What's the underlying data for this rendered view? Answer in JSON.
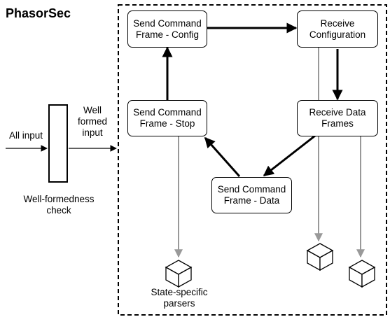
{
  "title": "PhasorSec",
  "input": {
    "all_input": "All input",
    "well_formed_input": "Well\nformed\ninput",
    "checker_label": "Well-formedness\ncheck"
  },
  "states": {
    "send_config": "Send Command\nFrame - Config",
    "receive_config": "Receive\nConfiguration",
    "receive_data": "Receive Data\nFrames",
    "send_data": "Send Command\nFrame - Data",
    "send_stop": "Send Command\nFrame - Stop"
  },
  "parsers_label": "State-specific\nparsers",
  "colors": {
    "line": "#000000",
    "parser_arrow": "#999999"
  },
  "icons": [
    "cube-icon",
    "cube-icon",
    "cube-icon"
  ]
}
